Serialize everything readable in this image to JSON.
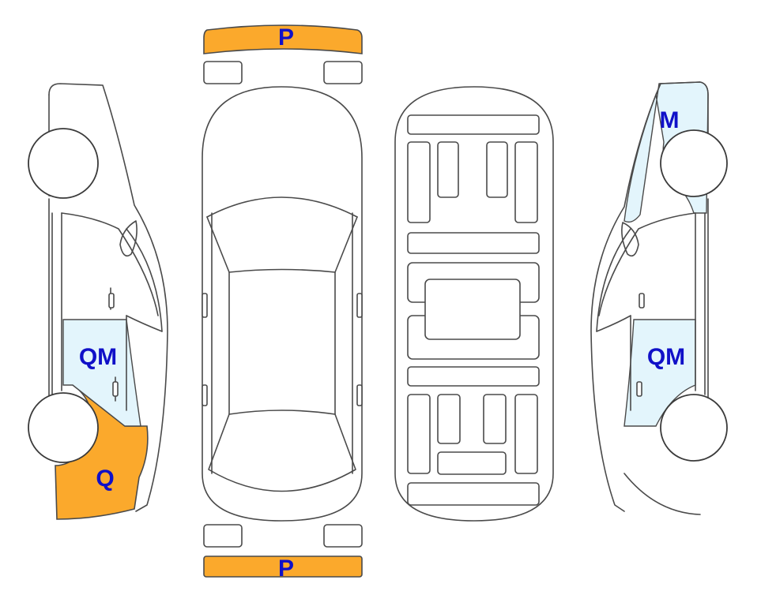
{
  "colors": {
    "orange": "#FBA92C",
    "light_blue": "#E3F5FC",
    "outline": "#4A4A4A",
    "label": "#1010C8"
  },
  "labels": {
    "front_bumper": "P",
    "rear_bumper": "P",
    "left_rear_door": "QM",
    "left_rear_quarter": "Q",
    "right_front_fender": "M",
    "right_rear_door": "QM"
  }
}
